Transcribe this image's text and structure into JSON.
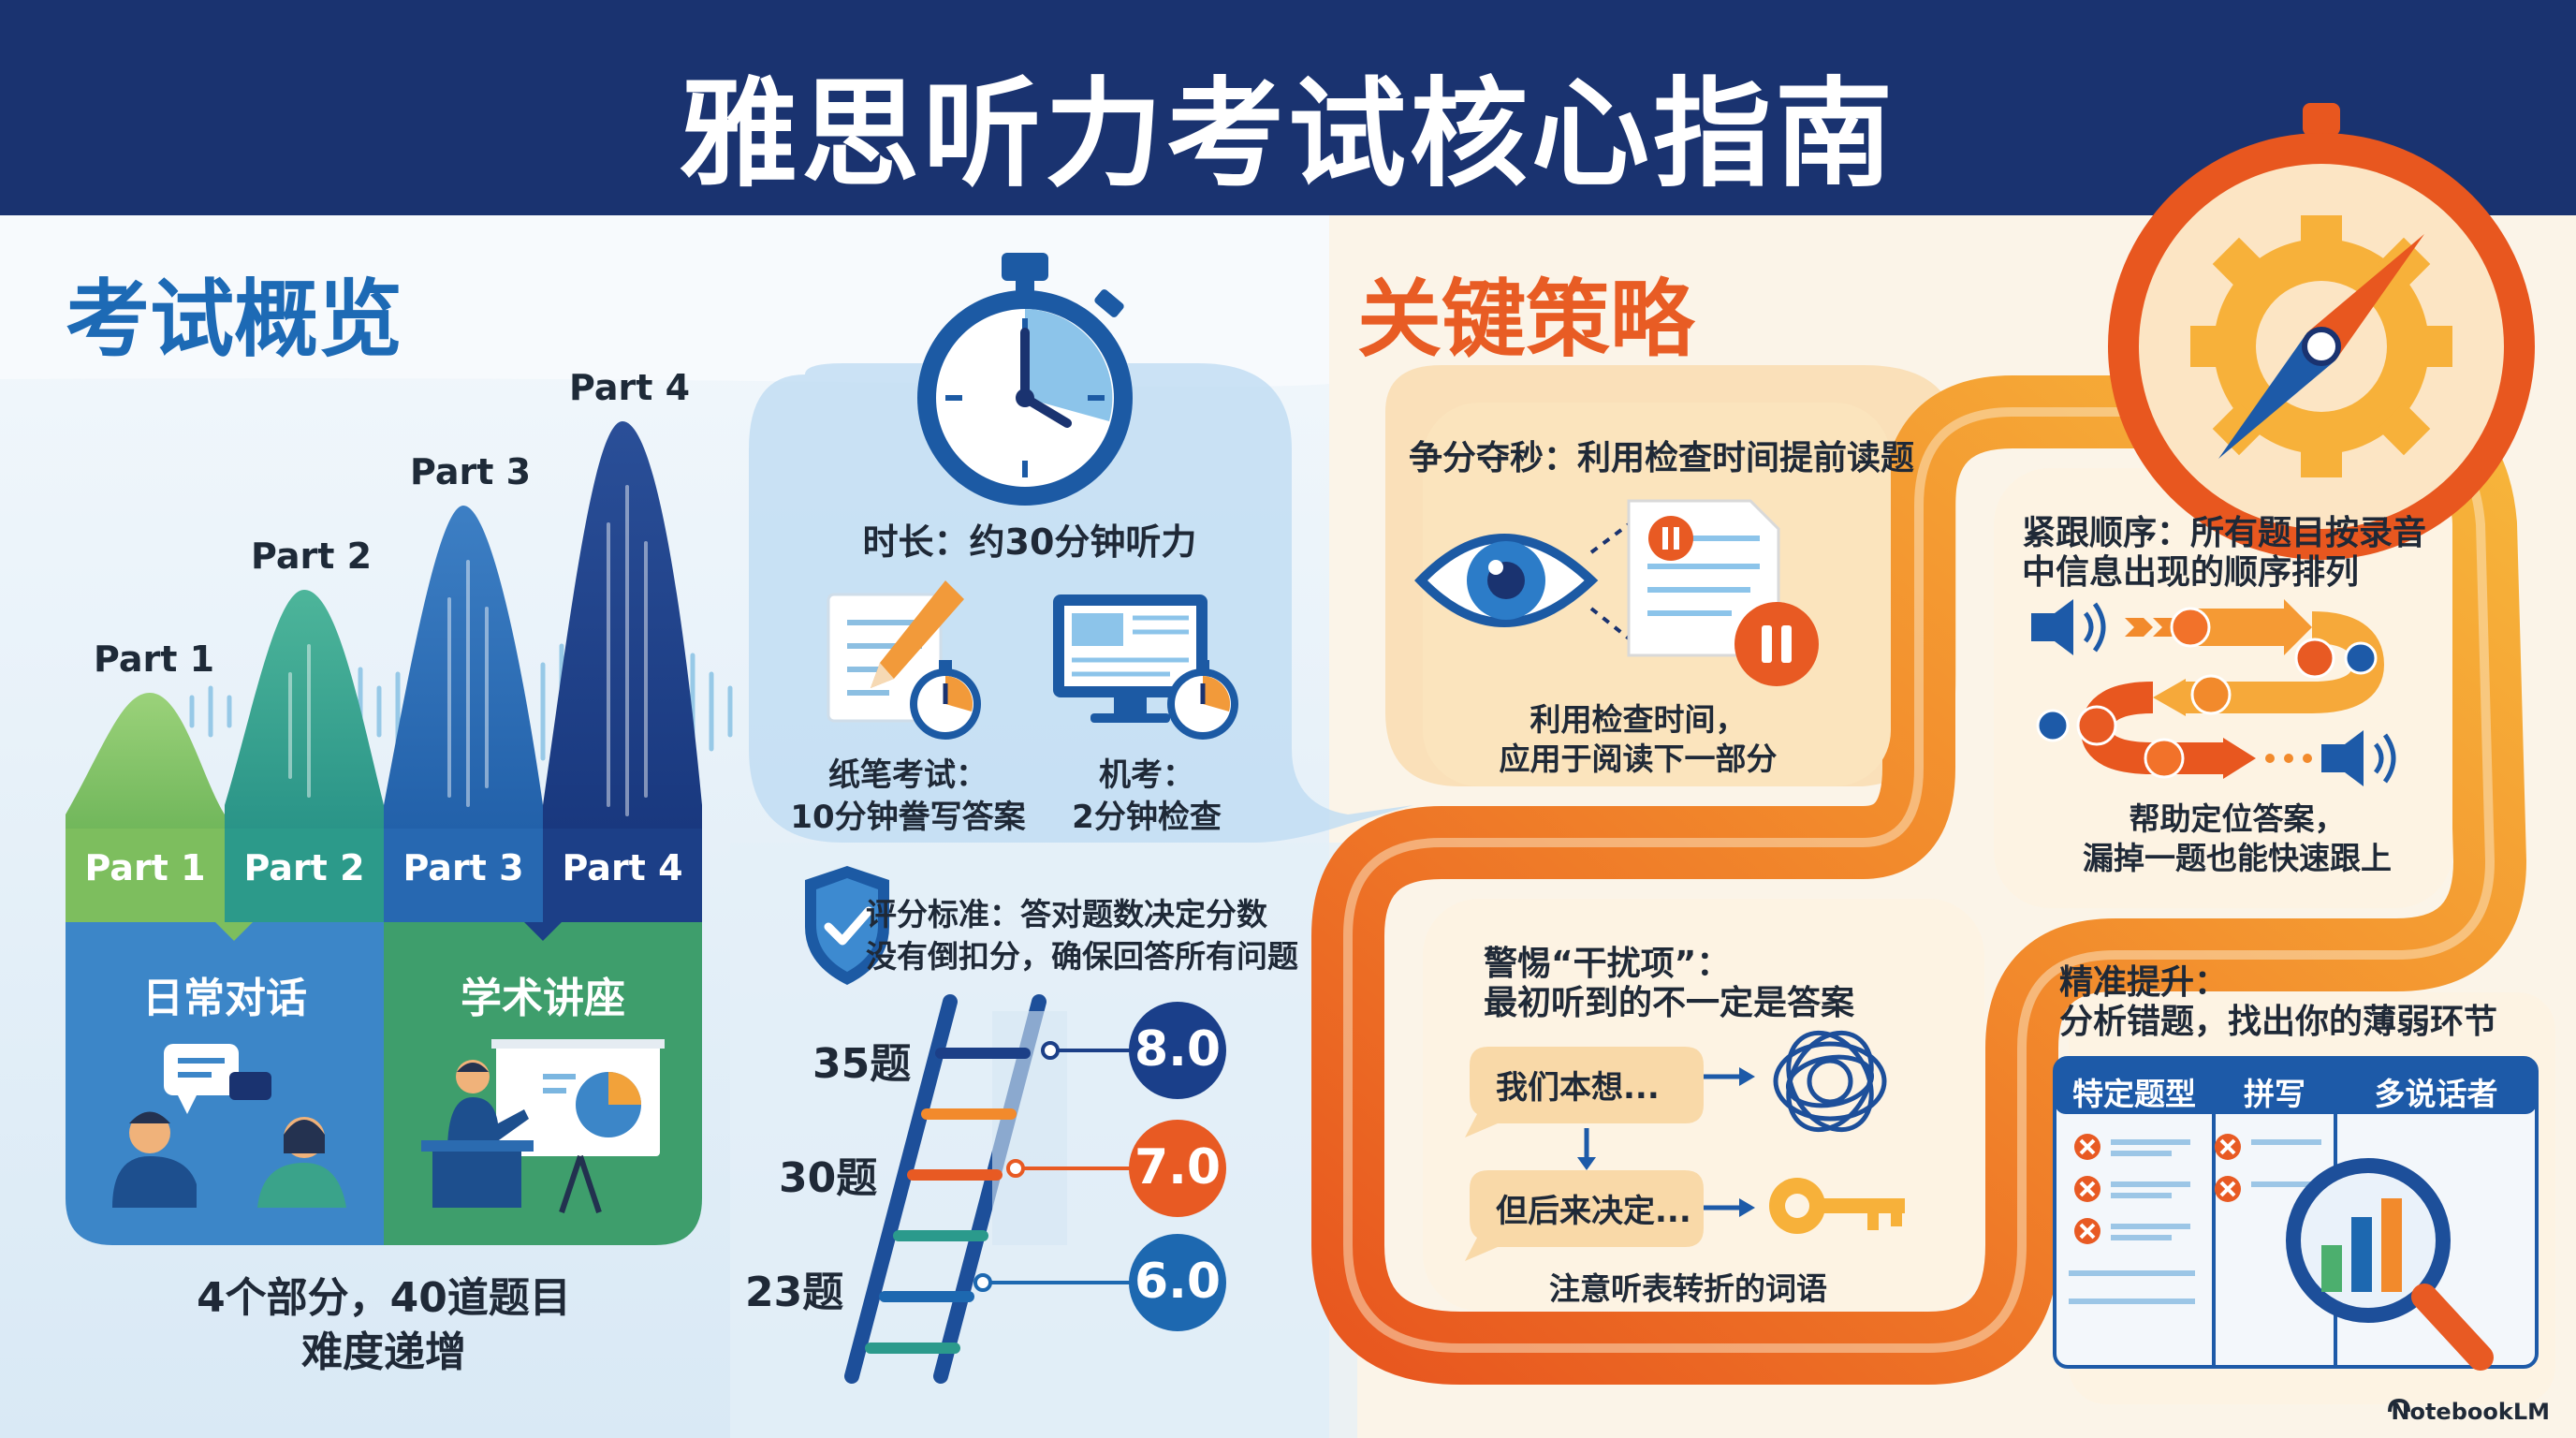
{
  "title": "雅思听力考试核心指南",
  "overview": {
    "heading": "考试概览",
    "parts": [
      "Part 1",
      "Part 2",
      "Part 3",
      "Part 4"
    ],
    "categories": [
      "日常对话",
      "学术讲座"
    ],
    "summary_line1": "4个部分，40道题目",
    "summary_line2": "难度递增"
  },
  "timing": {
    "duration": "时长：约30分钟听力",
    "paper_line1": "纸笔考试：",
    "paper_line2": "10分钟誊写答案",
    "computer_line1": "机考：",
    "computer_line2": "2分钟检查"
  },
  "scoring": {
    "line1": "评分标准：答对题数决定分数",
    "line2": "没有倒扣分，确保回答所有问题",
    "rungs": [
      {
        "questions": "35题",
        "score": "8.0",
        "color": "#1a3f8a"
      },
      {
        "questions": "30题",
        "score": "7.0",
        "color": "#e85a23"
      },
      {
        "questions": "23题",
        "score": "6.0",
        "color": "#1d68b0"
      }
    ]
  },
  "strategy": {
    "heading": "关键策略",
    "s1": {
      "title": "争分夺秒：利用检查时间提前读题",
      "caption_line1": "利用检查时间，",
      "caption_line2": "应用于阅读下一部分"
    },
    "s2": {
      "title_line1": "紧跟顺序：所有题目按录音",
      "title_line2": "中信息出现的顺序排列",
      "caption_line1": "帮助定位答案，",
      "caption_line2": "漏掉一题也能快速跟上"
    },
    "s3": {
      "title_line1": "警惕“干扰项”：",
      "title_line2": "最初听到的不一定是答案",
      "chip1": "我们本想...",
      "chip2": "但后来决定...",
      "caption": "注意听表转折的词语"
    },
    "s4": {
      "title_line1": "精准提升：",
      "title_line2": "分析错题，找出你的薄弱环节",
      "tabs": [
        "特定题型",
        "拼写",
        "多说话者"
      ]
    }
  },
  "brand": "NotebookLM",
  "colors": {
    "navy": "#1a3370",
    "blue": "#1d6ab5",
    "green": "#6bb35a",
    "teal": "#2b9a8c",
    "orange": "#e85c24",
    "amber": "#f6b13a"
  }
}
